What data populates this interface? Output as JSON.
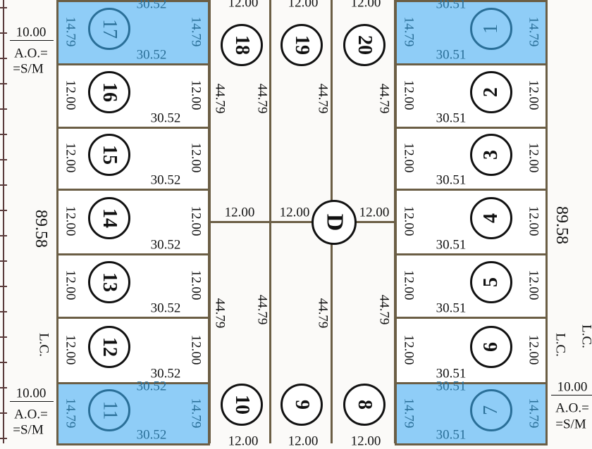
{
  "left_lots": [
    {
      "number": "17",
      "side_a": "14.79",
      "side_b": "14.79",
      "front": "30.52",
      "back": "30.52",
      "highlighted": true
    },
    {
      "number": "16",
      "side_a": "12.00",
      "side_b": "12.00",
      "front": "30.52",
      "highlighted": false
    },
    {
      "number": "15",
      "side_a": "12.00",
      "side_b": "12.00",
      "front": "30.52",
      "highlighted": false
    },
    {
      "number": "14",
      "side_a": "12.00",
      "side_b": "12.00",
      "front": "30.52",
      "highlighted": false
    },
    {
      "number": "13",
      "side_a": "12.00",
      "side_b": "12.00",
      "front": "30.52",
      "highlighted": false
    },
    {
      "number": "12",
      "side_a": "12.00",
      "side_b": "12.00",
      "front": "30.52",
      "highlighted": false
    },
    {
      "number": "11",
      "side_a": "14.79",
      "side_b": "14.79",
      "front": "30.52",
      "back": "30.52",
      "highlighted": true
    }
  ],
  "right_lots": [
    {
      "number": "1",
      "side_a": "14.79",
      "side_b": "14.79",
      "front": "30.51",
      "back": "30.51",
      "highlighted": true
    },
    {
      "number": "2",
      "side_a": "12.00",
      "side_b": "12.00",
      "front": "30.51",
      "highlighted": false
    },
    {
      "number": "3",
      "side_a": "12.00",
      "side_b": "12.00",
      "front": "30.51",
      "highlighted": false
    },
    {
      "number": "4",
      "side_a": "12.00",
      "side_b": "12.00",
      "front": "30.51",
      "highlighted": false
    },
    {
      "number": "5",
      "side_a": "12.00",
      "side_b": "12.00",
      "front": "30.51",
      "highlighted": false
    },
    {
      "number": "6",
      "side_a": "12.00",
      "side_b": "12.00",
      "front": "30.51",
      "highlighted": false
    },
    {
      "number": "7",
      "side_a": "14.79",
      "side_b": "14.79",
      "front": "30.51",
      "back": "30.51",
      "highlighted": true
    }
  ],
  "middle_lots_top": [
    {
      "number": "18",
      "width": "12.00"
    },
    {
      "number": "19",
      "width": "12.00"
    },
    {
      "number": "20",
      "width": "12.00"
    }
  ],
  "middle_lots_bottom": [
    {
      "number": "10",
      "width": "12.00"
    },
    {
      "number": "9",
      "width": "12.00"
    },
    {
      "number": "8",
      "width": "12.00"
    }
  ],
  "depths": [
    "44.79",
    "44.79",
    "44.79",
    "44.79"
  ],
  "center": {
    "label": "D",
    "road_widths": [
      "12.00",
      "12.00",
      "12.00"
    ]
  },
  "left_margin": {
    "total": "89.58",
    "lc": "L.C.",
    "setback": "10.00",
    "ao1": "A.O.=",
    "ao2": "=S/M"
  },
  "right_margin": {
    "total": "89.58",
    "lc": "L.C.",
    "lc2": "L.C.",
    "setback": "10.00",
    "ao1": "A.O.=",
    "ao2": "=S/M"
  },
  "colors": {
    "highlight": "#8fcdf7",
    "highlight_text": "#2a6f98",
    "border": "#6b5e45"
  }
}
